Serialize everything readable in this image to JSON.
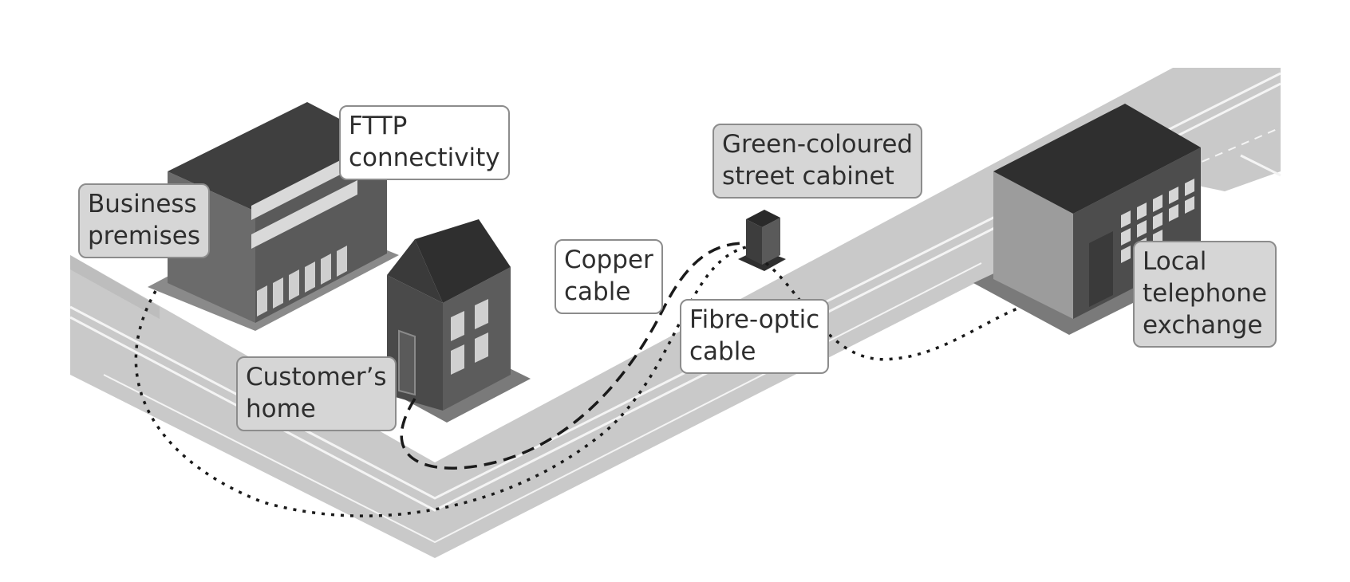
{
  "labels": {
    "business_premises": [
      "Business",
      "premises"
    ],
    "fttp": [
      "FTTP",
      "connectivity"
    ],
    "customers_home": [
      "Customer’s",
      "home"
    ],
    "copper_cable": [
      "Copper",
      "cable"
    ],
    "street_cabinet": [
      "Green-coloured",
      "street cabinet"
    ],
    "fibre_optic_cable": [
      "Fibre-optic",
      "cable"
    ],
    "telephone_exchange": [
      "Local",
      "telephone",
      "exchange"
    ]
  },
  "colors": {
    "road": "#c9c9c9",
    "road_edge": "#f2f2f2",
    "building_dark": "#4f4f4f",
    "building_mid": "#6b6b6b",
    "building_light": "#9a9a9a",
    "label_grey": "#d6d6d6",
    "label_white": "#ffffff",
    "cable": "#1a1a1a"
  }
}
